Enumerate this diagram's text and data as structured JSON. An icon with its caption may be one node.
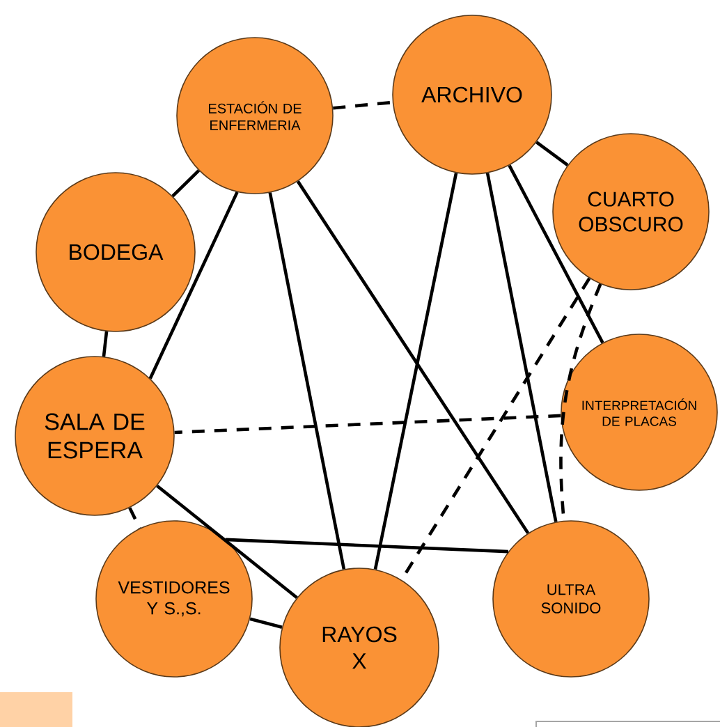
{
  "diagram": {
    "nodes": [
      {
        "text": [
          "ESTACIÓN DE ENFERMERIA"
        ]
      },
      {
        "text": [
          "ARCHIVO"
        ]
      },
      {
        "text": [
          "CUARTO OBSCURO"
        ]
      },
      {
        "text": [
          "BODEGA"
        ]
      },
      {
        "text": [
          "SALA DE ESPERA"
        ]
      },
      {
        "text": [
          "INTERPRETACIÓN DE PLACAS"
        ]
      },
      {
        "text": [
          "VESTIDORES Y S.,S."
        ]
      },
      {
        "text": [
          "RAYOS X"
        ]
      },
      {
        "text": [
          "ULTRA SONIDO"
        ]
      }
    ],
    "edges": [
      {
        "from": 0,
        "to": 1,
        "arrow": "none",
        "style": "dashed"
      },
      {
        "from": 1,
        "to": 2,
        "arrow": "none"
      },
      {
        "from": 0,
        "to": 3,
        "arrow": "none"
      },
      {
        "from": 3,
        "to": 4,
        "arrow": "none"
      },
      {
        "from": 0,
        "to": 4,
        "arrow": "none"
      },
      {
        "from": 0,
        "to": 7,
        "arrow": "none"
      },
      {
        "from": 0,
        "to": 8,
        "arrow": "none"
      },
      {
        "from": 1,
        "to": 7,
        "arrow": "none"
      },
      {
        "from": 1,
        "to": 8,
        "arrow": "none"
      },
      {
        "from": 1,
        "to": 5,
        "arrow": "none"
      },
      {
        "from": 2,
        "to": 7,
        "arrow": "none",
        "style": "dashed"
      },
      {
        "from": 2,
        "to": 8,
        "arrow": "none",
        "style": "dashed"
      },
      {
        "from": 5,
        "to": 4,
        "arrow": "none",
        "style": "dashed"
      },
      {
        "from": 4,
        "to": 7,
        "arrow": "none"
      },
      {
        "from": 4,
        "to": 6,
        "arrow": "none",
        "style": "dashed"
      },
      {
        "from": 6,
        "to": 8,
        "arrow": "none"
      },
      {
        "from": 6,
        "to": 7,
        "arrow": "none"
      }
    ]
  }
}
